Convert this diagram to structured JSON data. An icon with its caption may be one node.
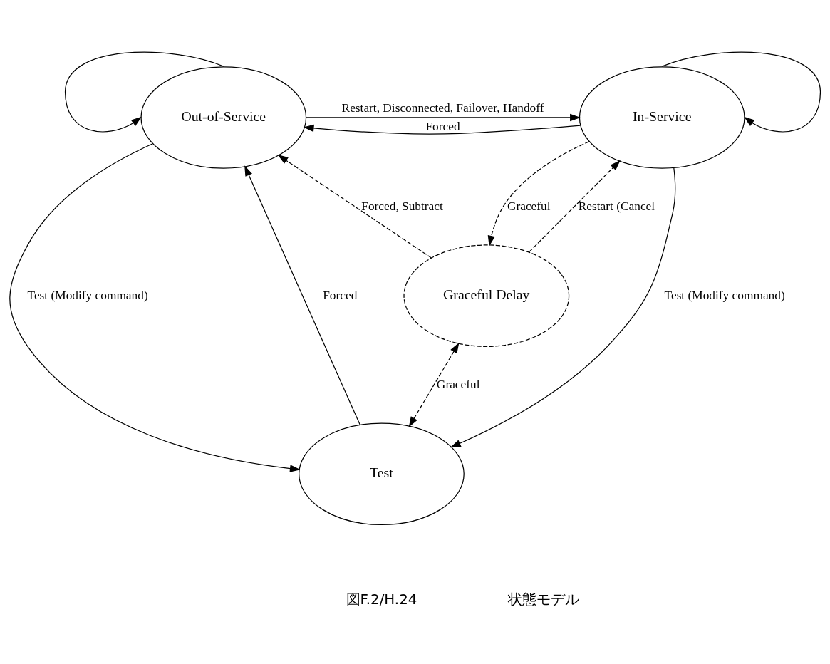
{
  "diagram": {
    "nodes": [
      {
        "text": [
          "Out-of-Service"
        ]
      },
      {
        "text": [
          "In-Service"
        ]
      },
      {
        "text": [
          "Graceful Delay"
        ]
      },
      {
        "text": [
          "Test"
        ]
      }
    ],
    "edges": [
      {
        "from": 0,
        "to": 0,
        "arrow": "to"
      },
      {
        "from": 1,
        "to": 1,
        "arrow": "to"
      },
      {
        "from": 0,
        "to": 1,
        "arrow": "to",
        "label": "Restart, Disconnected, Failover, Handoff"
      },
      {
        "from": 1,
        "to": 0,
        "arrow": "to",
        "label": "Forced"
      },
      {
        "from": 2,
        "to": 0,
        "arrow": "to",
        "label": "Forced, Subtract",
        "style": "dashed"
      },
      {
        "from": 2,
        "to": 1,
        "arrow": "to",
        "label": "Restart (Cancel",
        "style": "dashed"
      },
      {
        "from": 1,
        "to": 2,
        "arrow": "to",
        "label": "Graceful",
        "style": "dashed"
      },
      {
        "from": 0,
        "to": 3,
        "arrow": "to",
        "label": "Test (Modify command)"
      },
      {
        "from": 3,
        "to": 0,
        "arrow": "to",
        "label": "Forced"
      },
      {
        "from": 1,
        "to": 3,
        "arrow": "to",
        "label": "Test (Modify command)"
      },
      {
        "from": 2,
        "to": 3,
        "arrow": "both",
        "label": "Graceful",
        "style": "dashed"
      }
    ],
    "labels": [
      "図F.2/H.24",
      "状態モデル"
    ]
  }
}
